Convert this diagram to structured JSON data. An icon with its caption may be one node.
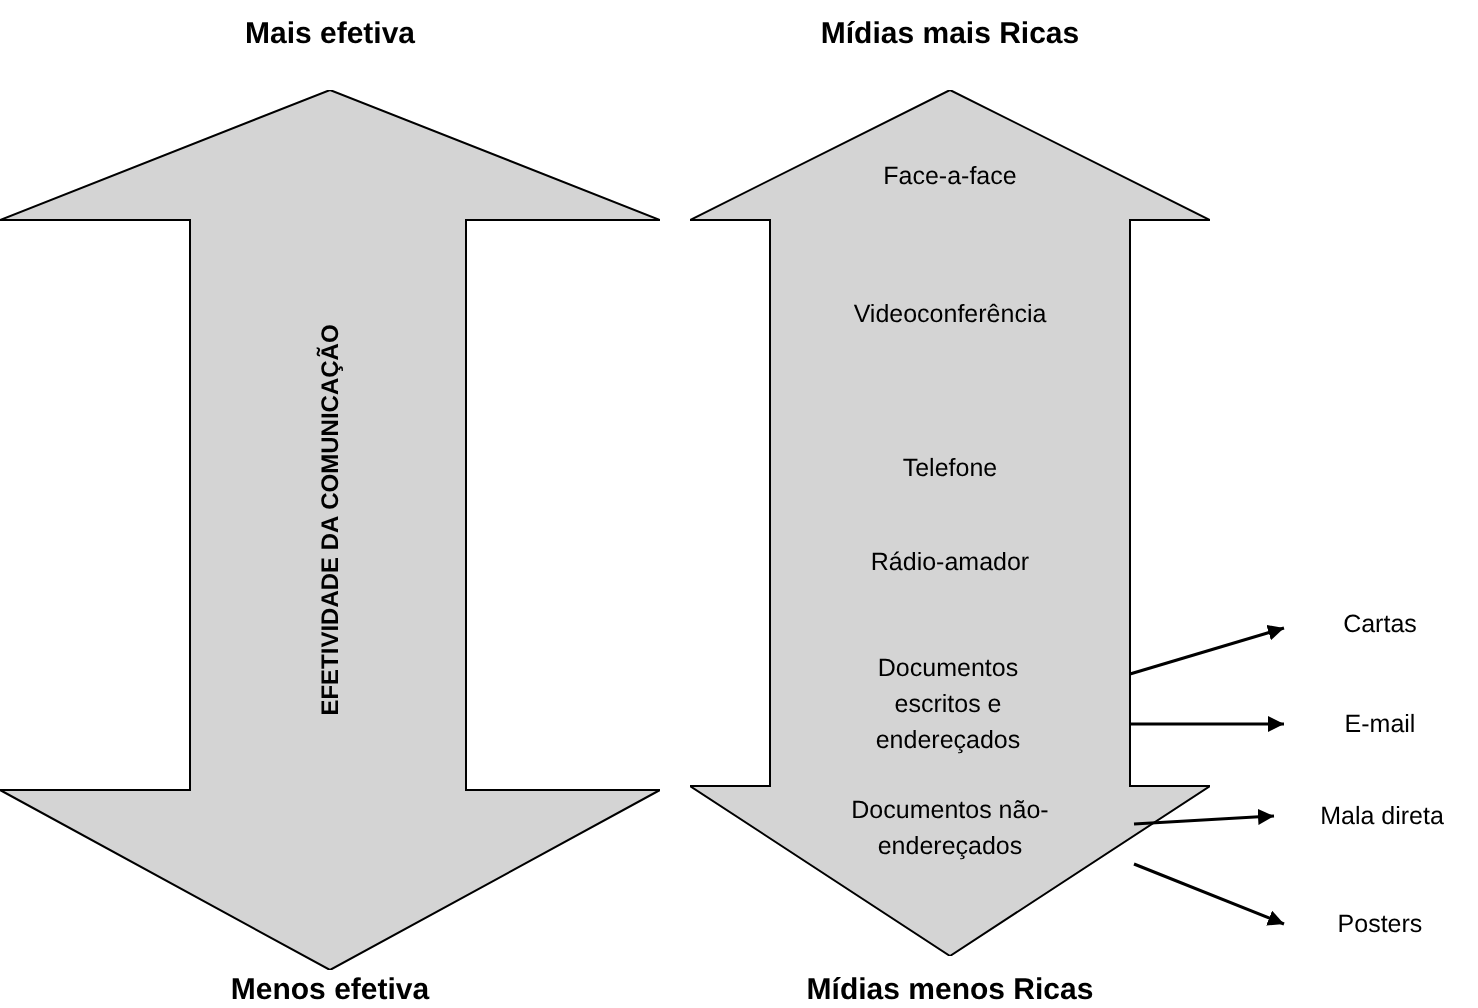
{
  "diagram": {
    "nodes": [
      {
        "text": [
          "EFETIVIDADE DA COMUNICAÇÃO"
        ]
      },
      {
        "text": [],
        "shape": "arrow"
      },
      {
        "text": [
          "Face-a-face"
        ],
        "in": 1
      },
      {
        "text": [
          "Videoconferência"
        ],
        "in": 1
      },
      {
        "text": [
          "Telefone"
        ],
        "in": 1
      },
      {
        "text": [
          "Rádio-amador"
        ],
        "in": 1
      },
      {
        "text": [
          "Documentos escritos e endereçados"
        ],
        "in": 1
      },
      {
        "text": [
          "Documentos não-endereçados"
        ],
        "in": 1
      },
      {
        "text": [
          "Cartas"
        ]
      },
      {
        "text": [
          "E-mail"
        ]
      },
      {
        "text": [
          "Mala direta"
        ]
      },
      {
        "text": [
          "Posters"
        ]
      }
    ],
    "edges": [
      {
        "from": 6,
        "to": 8,
        "arrow": "to"
      },
      {
        "from": 6,
        "to": 9,
        "arrow": "to"
      },
      {
        "from": 7,
        "to": 10,
        "arrow": "to"
      },
      {
        "from": 7,
        "to": 11,
        "arrow": "to"
      }
    ],
    "labels": [
      "Mais efetiva",
      "Mídias mais Ricas",
      "Menos efetiva",
      "Mídias menos Ricas"
    ]
  }
}
